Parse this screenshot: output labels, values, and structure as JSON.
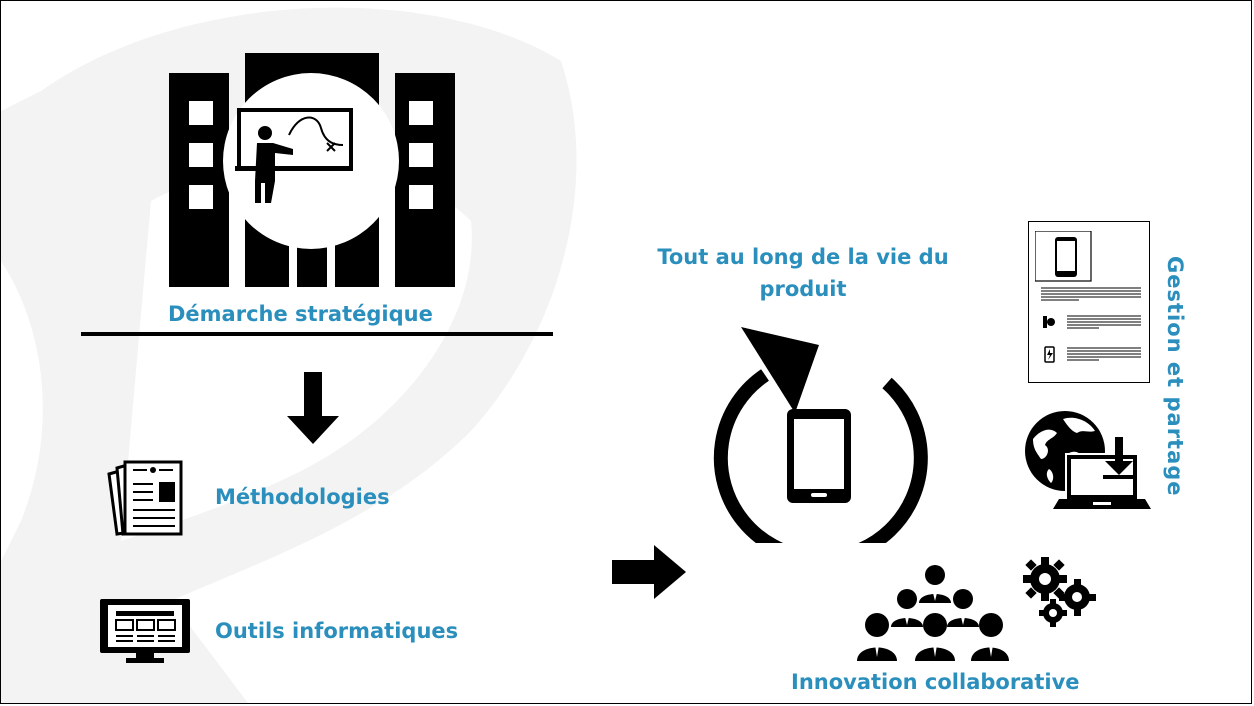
{
  "labels": {
    "strategic": "Démarche stratégique",
    "methodologies": "Méthodologies",
    "tools": "Outils informatiques",
    "lifecycle": "Tout au long de la vie du produit",
    "management": "Gestion et partage",
    "innovation": "Innovation collaborative"
  },
  "colors": {
    "accent": "#2a8fbd",
    "ink": "#000000",
    "watermark": "#f2f2f2"
  },
  "icons": [
    "building-teacher-icon",
    "down-arrow-icon",
    "newspaper-icon",
    "monitor-icon",
    "right-arrow-icon",
    "rotate-phone-icon",
    "document-sheet-icon",
    "globe-laptop-download-icon",
    "people-network-icon",
    "gears-icon"
  ]
}
